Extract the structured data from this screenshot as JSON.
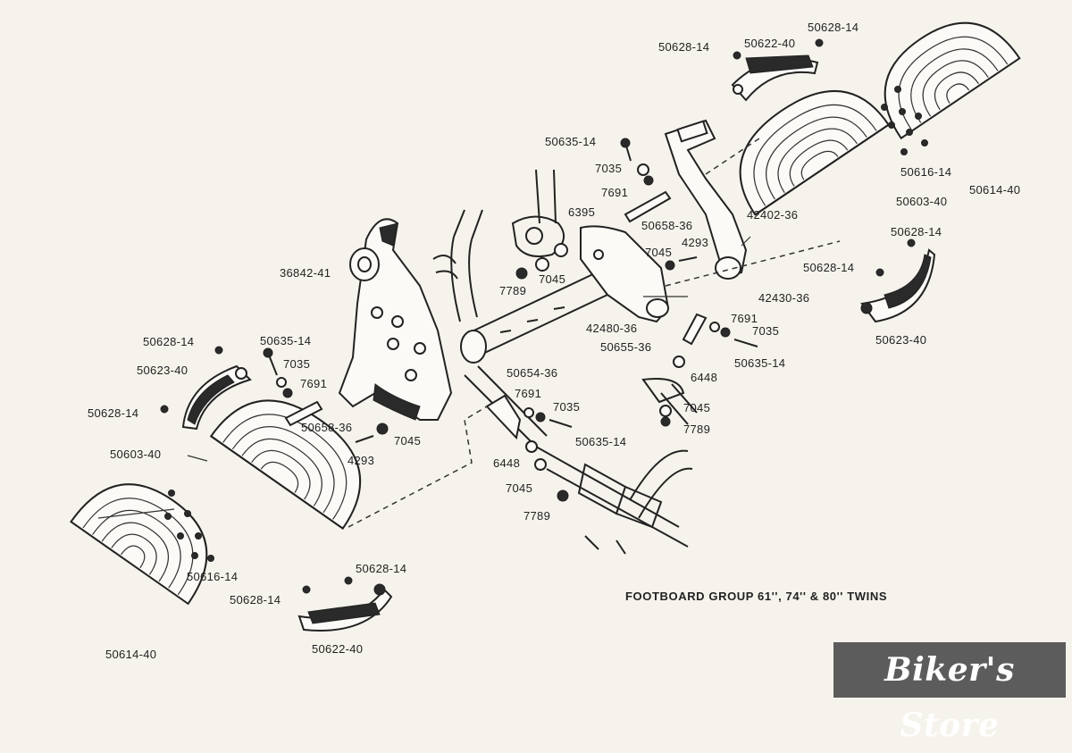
{
  "caption": "FOOTBOARD GROUP 61'', 74'' & 80'' TWINS",
  "watermark": "Biker's Store",
  "labels": {
    "l1": "50628-14",
    "l2": "50622-40",
    "l3": "50628-14",
    "l4": "50635-14",
    "l5": "7035",
    "l6": "7691",
    "l7": "6395",
    "l8": "50658-36",
    "l9": "42402-36",
    "l10": "7045",
    "l11": "4293",
    "l12": "50616-14",
    "l13": "50603-40",
    "l14": "50614-40",
    "l15": "50628-14",
    "l16": "36842-41",
    "l17": "7789",
    "l18": "7045",
    "l19": "50628-14",
    "l20": "42430-36",
    "l21": "42480-36",
    "l22": "50655-36",
    "l23": "7691",
    "l24": "7035",
    "l25": "50623-40",
    "l26": "50635-14",
    "l27": "6448",
    "l28": "50628-14",
    "l29": "50635-14",
    "l30": "50623-40",
    "l31": "7035",
    "l32": "7691",
    "l33": "50654-36",
    "l34": "7691",
    "l35": "7035",
    "l36": "7045",
    "l37": "50628-14",
    "l38": "50658-36",
    "l39": "7045",
    "l40": "7789",
    "l41": "4293",
    "l42": "50635-14",
    "l43": "50603-40",
    "l44": "6448",
    "l45": "7045",
    "l46": "7789",
    "l47": "50616-14",
    "l48": "50628-14",
    "l49": "50628-14",
    "l50": "50622-40",
    "l51": "50614-40"
  }
}
